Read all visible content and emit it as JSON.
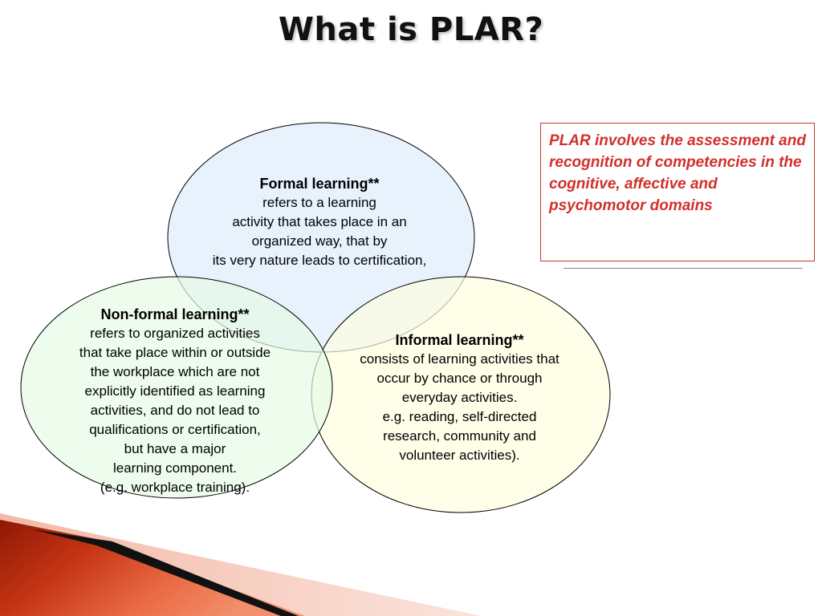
{
  "title": "What is PLAR?",
  "circles": {
    "formal": {
      "heading": "Formal learning**",
      "body": "refers to a learning\nactivity that takes place in an\norganized way, that by\nits very nature leads to certification,",
      "fill": "#dfeefc"
    },
    "nonformal": {
      "heading": "Non-formal learning**",
      "body": "refers to organized activities\nthat take place within or outside\nthe workplace which are not\nexplicitly identified as learning\nactivities, and do not lead to\nqualifications or certification,\nbut have a major\nlearning component.\n(e.g. workplace training).",
      "fill": "#e6fbe6"
    },
    "informal": {
      "heading": "Informal learning**",
      "body": "consists of learning activities that\noccur by chance or through\neveryday activities.\ne.g. reading, self-directed\nresearch, community and\nvolunteer activities).",
      "fill": "#fdfde0"
    }
  },
  "callout": {
    "text": "PLAR involves the assessment and recognition of competencies in the cognitive, affective and psychomotor domains",
    "color": "#d1302a",
    "border": "#c0392b"
  },
  "colors": {
    "corner_dark_red": "#a51e08",
    "corner_mid_red": "#e0502e",
    "corner_light": "#f6d2c8",
    "stripe_black": "#111111"
  }
}
